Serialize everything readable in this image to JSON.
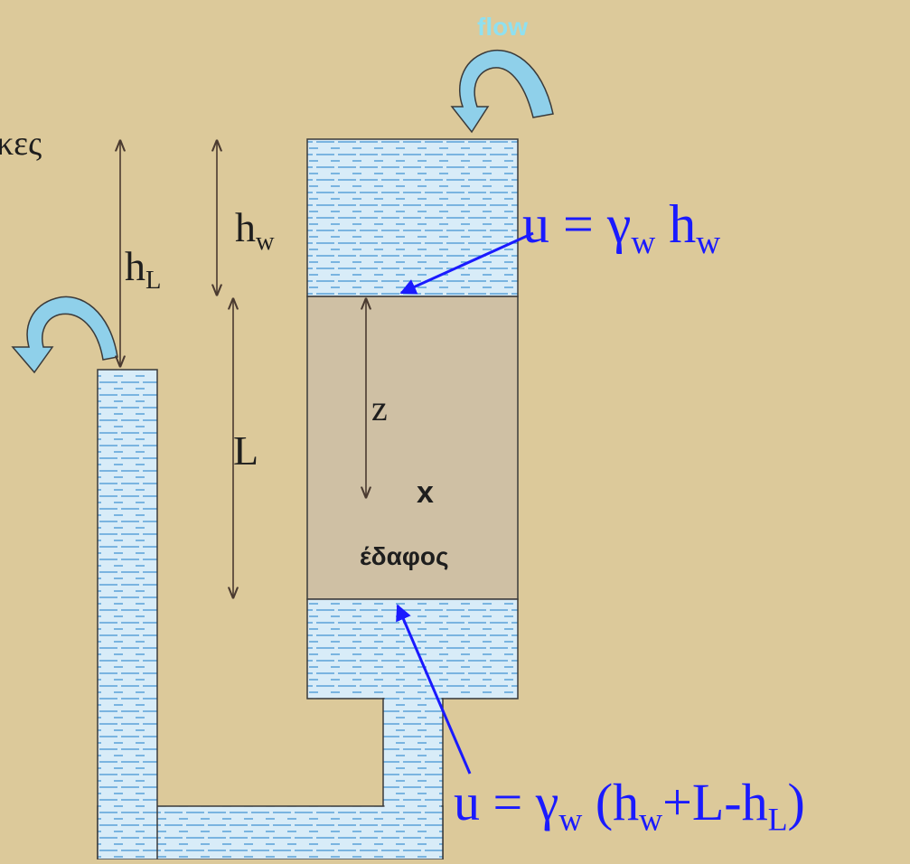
{
  "top_left_fragment": "κες",
  "flow_label": "flow",
  "dim_hL": {
    "main": "h",
    "sub": "L"
  },
  "dim_hw": {
    "main": "h",
    "sub": "w"
  },
  "dim_L": "L",
  "dim_z": "z",
  "point_x": "x",
  "soil_label": "έδαφος",
  "eq_top": {
    "u": "u",
    "eq": " = ",
    "gamma": "γ",
    "gsub": "w",
    "h": " h",
    "hsub": "w"
  },
  "eq_bottom": {
    "u": "u",
    "eq": " = ",
    "gamma": "γ",
    "gsub": "w",
    "open": " (h",
    "hsub": "w",
    "mid": "+L-h",
    "lsub": "L",
    "close": ")"
  },
  "colors": {
    "background": "#dcc99a",
    "water": "#d8ecf8",
    "water_dash": "#3a8fd0",
    "soil": "#cfc0a4",
    "equation": "#1a1aff",
    "flow_arrow": "#8fd0ea",
    "dimension": "#4a3a30"
  }
}
